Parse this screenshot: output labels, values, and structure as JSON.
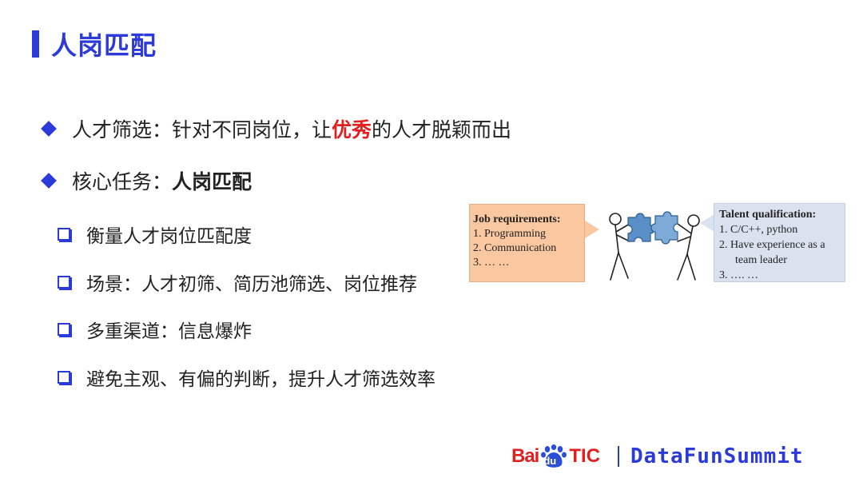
{
  "slide": {
    "title": "人岗匹配",
    "bullets": [
      {
        "prefix": "人才筛选：针对不同岗位，让",
        "highlight": "优秀",
        "suffix": "的人才脱颖而出"
      },
      {
        "prefix": "核心任务：",
        "highlight": "人岗匹配"
      }
    ],
    "sub_bullets": [
      "衡量人才岗位匹配度",
      "场景：人才初筛、简历池筛选、岗位推荐",
      "多重渠道：信息爆炸",
      "避免主观、有偏的判断，提升人才筛选效率"
    ]
  },
  "figure": {
    "job": {
      "title": "Job requirements:",
      "items": [
        "1.  Programming",
        "2.  Communication",
        "3.  … …"
      ]
    },
    "talent": {
      "title": "Talent qualification:",
      "items": [
        "1.  C/C++, python",
        "2.  Have experience as a",
        "team leader",
        "3.  …. …"
      ]
    }
  },
  "footer": {
    "baidu_prefix": "Bai",
    "baidu_du": "du",
    "tic": "TIC",
    "brand": "DataFunSummit"
  },
  "colors": {
    "accent": "#2b3ad9",
    "highlight": "#e02020",
    "job_box": "#f9c8a0",
    "talent_box": "#dbe2ef",
    "puzzle": "#5b8fc7"
  }
}
